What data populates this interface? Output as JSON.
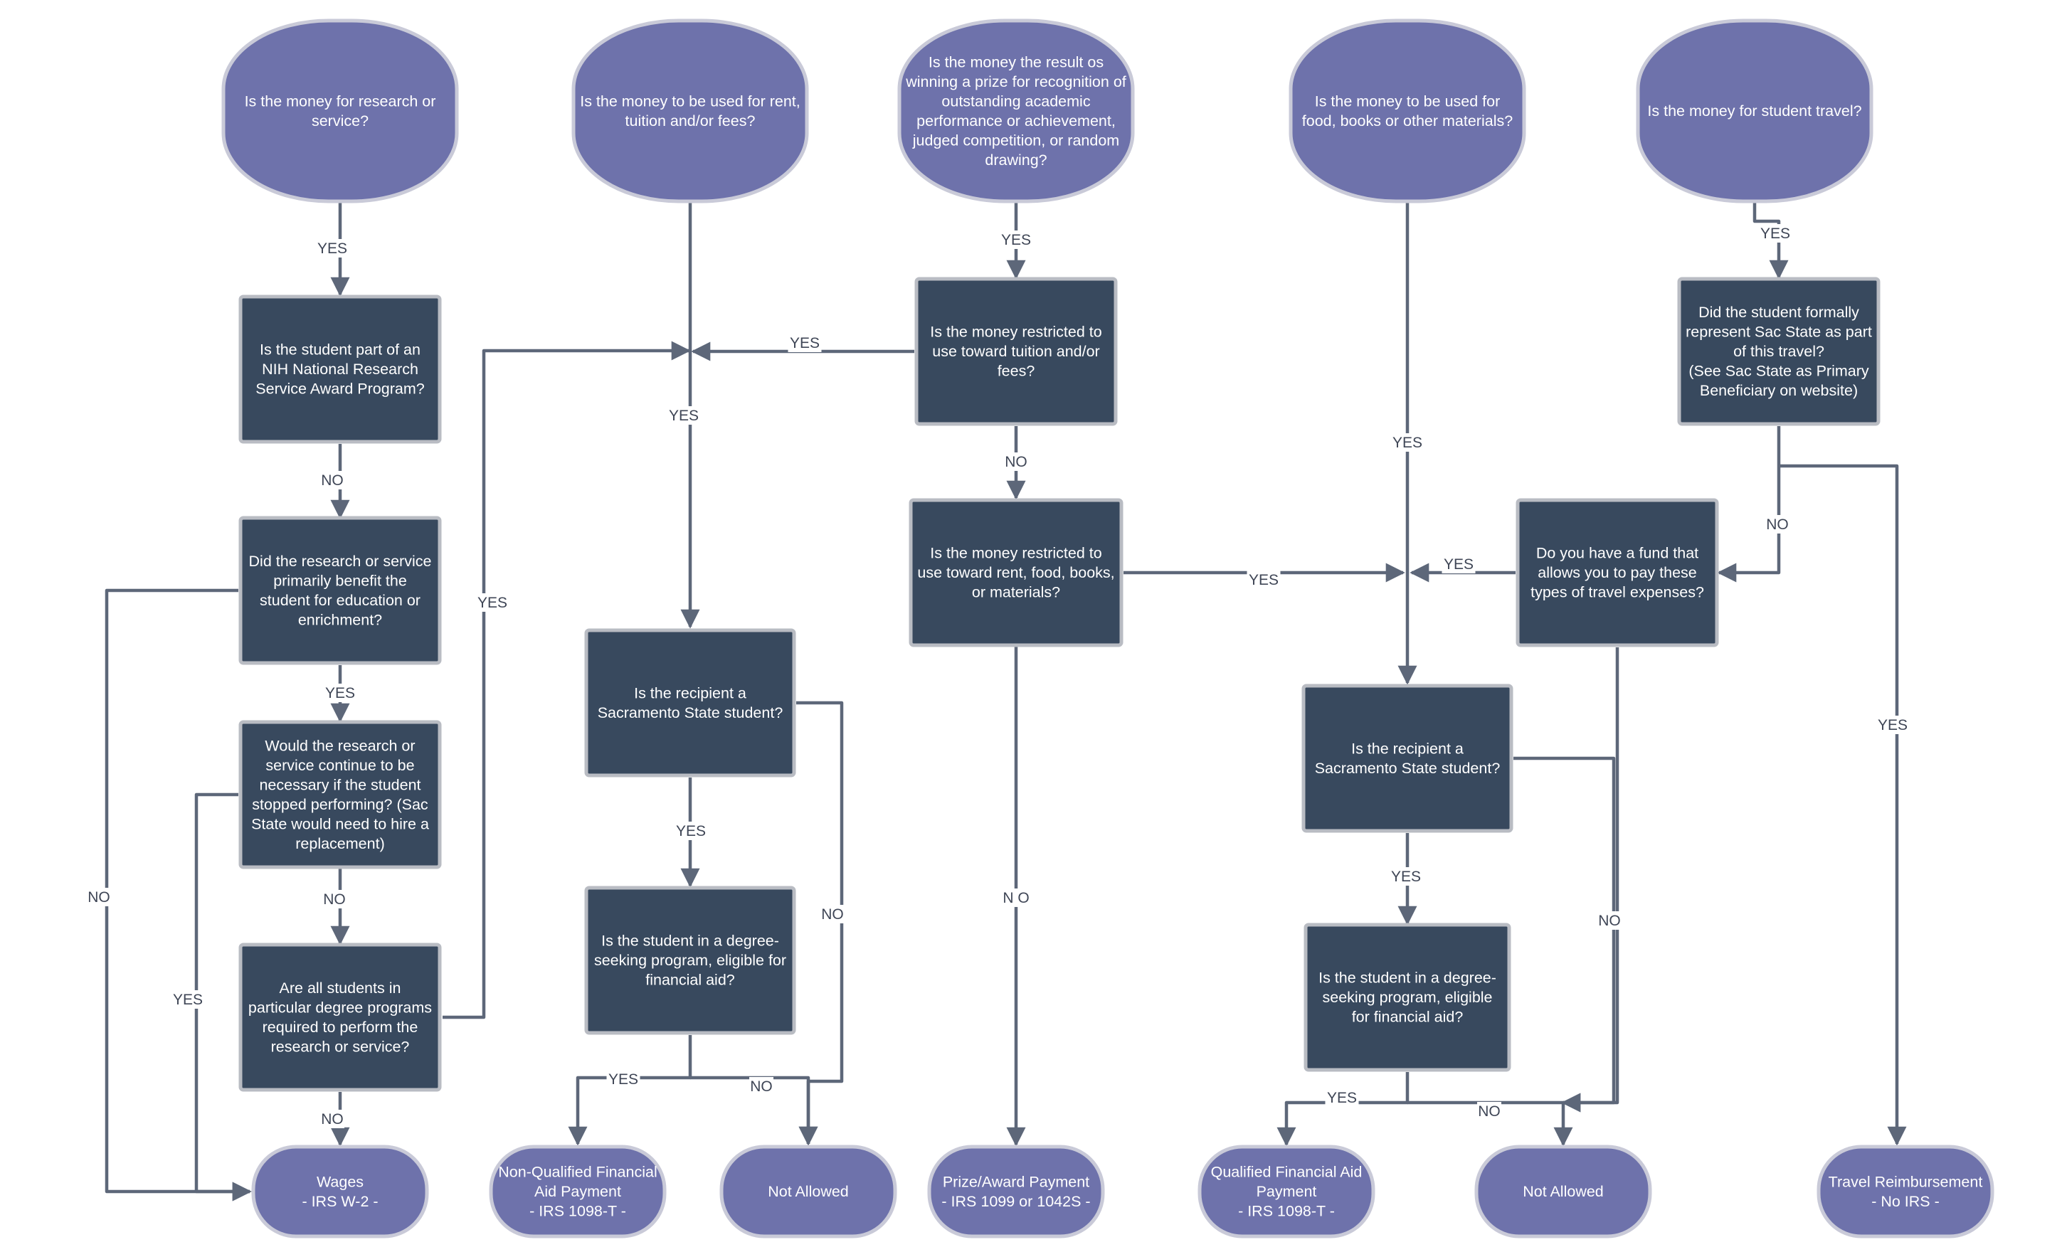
{
  "nodes": {
    "q_research": {
      "shape": "oval",
      "lines": [
        "Is the money for research or",
        "service?"
      ]
    },
    "q_rent": {
      "shape": "oval",
      "lines": [
        "Is the money to be used for rent,",
        "tuition and/or fees?"
      ]
    },
    "q_prize": {
      "shape": "oval",
      "lines": [
        "Is the money the result os",
        "winning a prize for recognition of",
        "outstanding academic",
        "performance or achievement,",
        "judged competition, or random",
        "drawing?"
      ]
    },
    "q_food": {
      "shape": "oval",
      "lines": [
        "Is the money to be used for",
        "food, books or other materials?"
      ]
    },
    "q_travel": {
      "shape": "oval",
      "lines": [
        "Is the money for student travel?"
      ]
    },
    "q_nih": {
      "shape": "box",
      "lines": [
        "Is the student part of an",
        "NIH National Research",
        "Service Award Program?"
      ]
    },
    "q_benefit": {
      "shape": "box",
      "lines": [
        "Did the research or service",
        "primarily benefit the",
        "student for education or",
        "enrichment?"
      ]
    },
    "q_continue": {
      "shape": "box",
      "lines": [
        "Would the research or",
        "service continue to be",
        "necessary if the student",
        "stopped performing? (Sac",
        "State would need to hire a",
        "replacement)"
      ]
    },
    "q_required": {
      "shape": "box",
      "lines": [
        "Are all students in",
        "particular degree programs",
        "required to perform the",
        "research or service?"
      ]
    },
    "q_recipient1": {
      "shape": "box",
      "lines": [
        "Is the recipient a",
        "Sacramento State student?"
      ]
    },
    "q_degree1": {
      "shape": "box",
      "lines": [
        "Is the student in a degree-",
        "seeking program, eligible for",
        "financial aid?"
      ]
    },
    "q_tuition": {
      "shape": "box",
      "lines": [
        "Is the money restricted to",
        "use toward tuition and/or",
        "fees?"
      ]
    },
    "q_rentfood": {
      "shape": "box",
      "lines": [
        "Is the money restricted to",
        "use toward rent, food, books,",
        "or materials?"
      ]
    },
    "q_recipient2": {
      "shape": "box",
      "lines": [
        "Is the recipient a",
        "Sacramento State student?"
      ]
    },
    "q_degree2": {
      "shape": "box",
      "lines": [
        "Is the student in a degree-",
        "seeking program, eligible",
        "for financial aid?"
      ]
    },
    "q_represent": {
      "shape": "box",
      "lines": [
        "Did the student formally",
        "represent Sac State as part",
        "of this travel?",
        "(See Sac State as Primary",
        "Beneficiary on website)"
      ]
    },
    "q_fund": {
      "shape": "box",
      "lines": [
        "Do you have a fund that",
        "allows you to pay these",
        "types of travel expenses?"
      ]
    },
    "r_wages": {
      "shape": "terminal",
      "lines": [
        "Wages",
        "- IRS W-2 -"
      ]
    },
    "r_nonqualified": {
      "shape": "terminal",
      "lines": [
        "Non-Qualified Financial",
        "Aid Payment",
        "- IRS 1098-T -"
      ]
    },
    "r_notallowed1": {
      "shape": "terminal",
      "lines": [
        "Not Allowed"
      ]
    },
    "r_prize": {
      "shape": "terminal",
      "lines": [
        "Prize/Award Payment",
        "- IRS 1099 or 1042S -"
      ]
    },
    "r_qualified": {
      "shape": "terminal",
      "lines": [
        "Qualified Financial Aid",
        "Payment",
        "- IRS 1098-T -"
      ]
    },
    "r_notallowed2": {
      "shape": "terminal",
      "lines": [
        "Not Allowed"
      ]
    },
    "r_travel": {
      "shape": "terminal",
      "lines": [
        "Travel Reimbursement",
        "- No IRS -"
      ]
    }
  },
  "edges": [
    {
      "id": "e1",
      "from": "q_research",
      "to": "q_nih",
      "label": "YES"
    },
    {
      "id": "e2",
      "from": "q_nih",
      "to": "q_benefit",
      "label": "NO"
    },
    {
      "id": "e3",
      "from": "q_benefit",
      "to": "q_continue",
      "label": "YES"
    },
    {
      "id": "e4",
      "from": "q_benefit",
      "to": "r_wages",
      "label": "NO"
    },
    {
      "id": "e5",
      "from": "q_continue",
      "to": "q_required",
      "label": "NO"
    },
    {
      "id": "e6",
      "from": "q_continue",
      "to": "r_wages",
      "label": "YES"
    },
    {
      "id": "e7",
      "from": "q_required",
      "to": "r_wages",
      "label": "NO"
    },
    {
      "id": "e8",
      "from": "q_required",
      "to": "q_recipient1",
      "label": "YES"
    },
    {
      "id": "e9",
      "from": "q_rent",
      "to": "q_recipient1",
      "label": "YES"
    },
    {
      "id": "e10",
      "from": "q_recipient1",
      "to": "q_degree1",
      "label": "YES"
    },
    {
      "id": "e11",
      "from": "q_recipient1",
      "to": "r_notallowed1",
      "label": "NO"
    },
    {
      "id": "e12",
      "from": "q_degree1",
      "to": "r_nonqualified",
      "label": "YES"
    },
    {
      "id": "e13",
      "from": "q_degree1",
      "to": "r_notallowed1",
      "label": "NO"
    },
    {
      "id": "e14",
      "from": "q_prize",
      "to": "q_tuition",
      "label": "YES"
    },
    {
      "id": "e15",
      "from": "q_tuition",
      "to": "q_recipient1",
      "label": "YES"
    },
    {
      "id": "e16",
      "from": "q_tuition",
      "to": "q_rentfood",
      "label": "NO"
    },
    {
      "id": "e17",
      "from": "q_rentfood",
      "to": "r_prize",
      "label": "N O"
    },
    {
      "id": "e18",
      "from": "q_rentfood",
      "to": "q_recipient2",
      "label": "YES"
    },
    {
      "id": "e19",
      "from": "q_food",
      "to": "q_recipient2",
      "label": "YES"
    },
    {
      "id": "e20",
      "from": "q_recipient2",
      "to": "q_degree2",
      "label": "YES"
    },
    {
      "id": "e21",
      "from": "q_recipient2",
      "to": "r_notallowed2",
      "label": ""
    },
    {
      "id": "e22",
      "from": "q_degree2",
      "to": "r_qualified",
      "label": "YES"
    },
    {
      "id": "e23",
      "from": "q_degree2",
      "to": "r_notallowed2",
      "label": "NO"
    },
    {
      "id": "e24",
      "from": "q_travel",
      "to": "q_represent",
      "label": "YES"
    },
    {
      "id": "e25",
      "from": "q_represent",
      "to": "q_fund",
      "label": "NO"
    },
    {
      "id": "e26",
      "from": "q_represent",
      "to": "r_travel",
      "label": "YES"
    },
    {
      "id": "e27",
      "from": "q_fund",
      "to": "q_recipient2",
      "label": "YES"
    },
    {
      "id": "e28",
      "from": "q_fund",
      "to": "r_notallowed2",
      "label": "NO"
    }
  ]
}
